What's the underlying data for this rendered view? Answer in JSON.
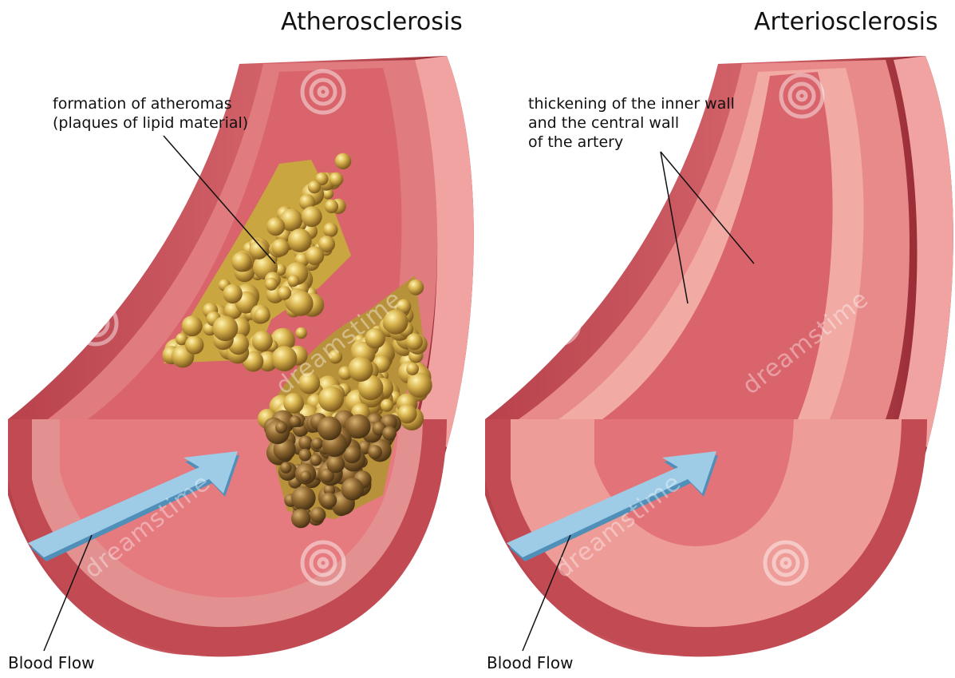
{
  "panels": [
    {
      "title": "Atherosclerosis",
      "annotation": [
        "formation of atheromas",
        "(plaques of lipid material)"
      ],
      "flow_label": "Blood Flow"
    },
    {
      "title": "Arteriosclerosis",
      "annotation": [
        "thickening of the inner wall",
        "and the central wall",
        "of the artery"
      ],
      "flow_label": "Blood Flow"
    }
  ],
  "watermark": "dreamstime",
  "colors": {
    "outer_wall": "#c0454f",
    "outer_wall_dark": "#8e1f2b",
    "middle_wall": "#e88a8a",
    "inner_wall": "#f2b2aa",
    "lumen": "#d95f66",
    "plaque": "#c9a640",
    "plaque_dark": "#8a6a28",
    "arrow": "#9ecbe6",
    "arrow_dark": "#4f8fb8"
  }
}
